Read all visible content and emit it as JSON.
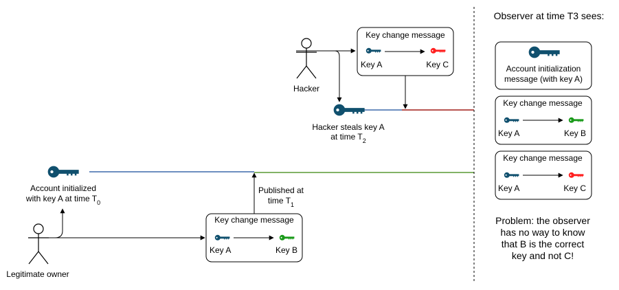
{
  "colors": {
    "key_blue": "#10506e",
    "key_red": "#ff1f1f",
    "key_green": "#1a9a1a",
    "line_blue": "#6c8ebf",
    "line_green": "#82b366",
    "line_red": "#b85450"
  },
  "icons": [
    "key-icon",
    "stick-figure-icon",
    "arrow-icon"
  ],
  "actors": {
    "hacker": "Hacker",
    "owner": "Legitimate owner"
  },
  "events": {
    "init_line1": "Account initialized",
    "init_line2": "with key A at time T",
    "init_sub": "0",
    "published_line1": "Published at",
    "published_line2": "time T",
    "published_sub": "1",
    "steals_line1": "Hacker steals key A",
    "steals_line2": "at time T",
    "steals_sub": "2"
  },
  "boxes": {
    "hacker_box": {
      "title": "Key change message",
      "from": "Key A",
      "to": "Key C"
    },
    "owner_box": {
      "title": "Key change message",
      "from": "Key A",
      "to": "Key B"
    }
  },
  "observer": {
    "header": "Observer at time T3 sees:",
    "init_msg_line1": "Account initialization",
    "init_msg_line2": "message (with key A)",
    "box_b": {
      "title": "Key change message",
      "from": "Key A",
      "to": "Key B"
    },
    "box_c": {
      "title": "Key change message",
      "from": "Key A",
      "to": "Key C"
    }
  },
  "problem": {
    "line1": "Problem: the observer",
    "line2": "has no way to know",
    "line3": "that B is the correct",
    "line4": "key and not C!"
  }
}
